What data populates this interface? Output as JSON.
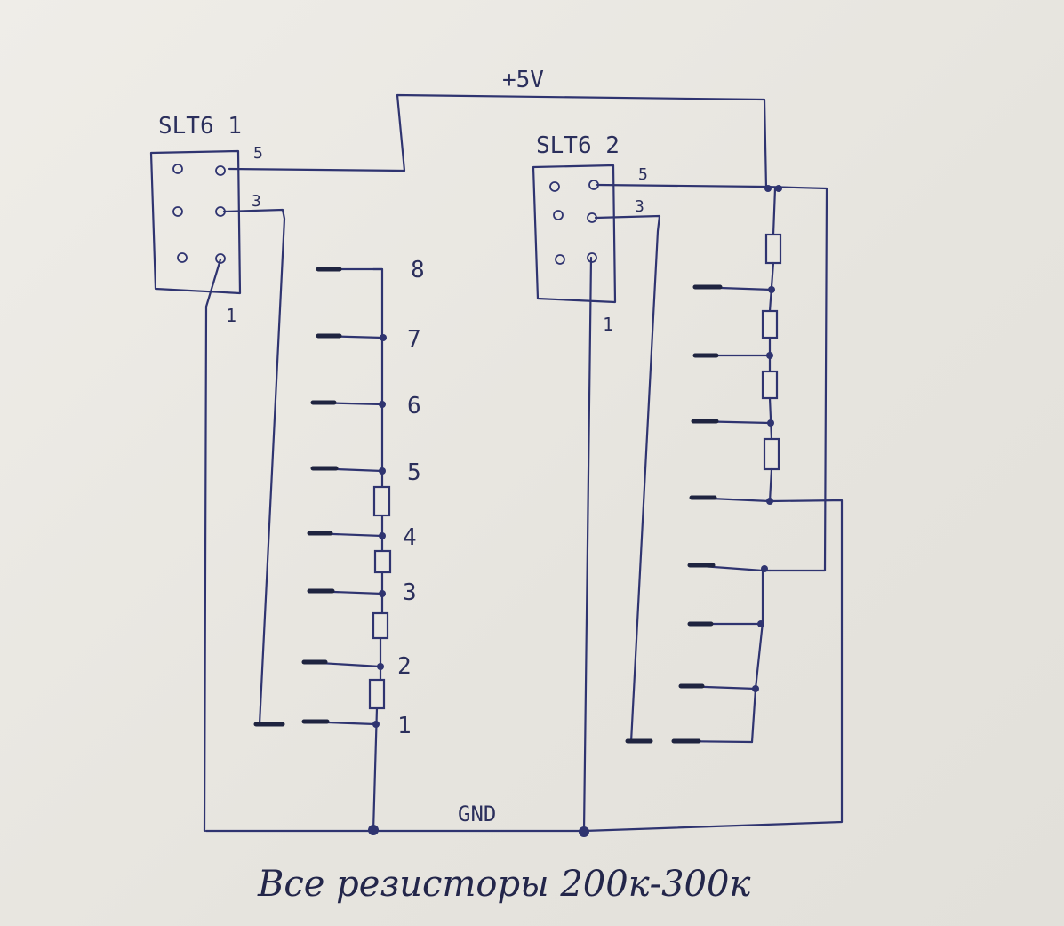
{
  "power_label": "+5V",
  "ground_label": "GND",
  "caption": "Все резисторы 200к-300к",
  "connectors": [
    {
      "name": "SLT6 1",
      "pin_labels": [
        "5",
        "3",
        "1"
      ]
    },
    {
      "name": "SLT6 2",
      "pin_labels": [
        "5",
        "3",
        "1"
      ]
    }
  ],
  "left_ladder_labels": [
    "8",
    "7",
    "6",
    "5",
    "4",
    "3",
    "2",
    "1"
  ],
  "colors": {
    "ink": "#2f3470",
    "paper": "#e9e7e1"
  }
}
